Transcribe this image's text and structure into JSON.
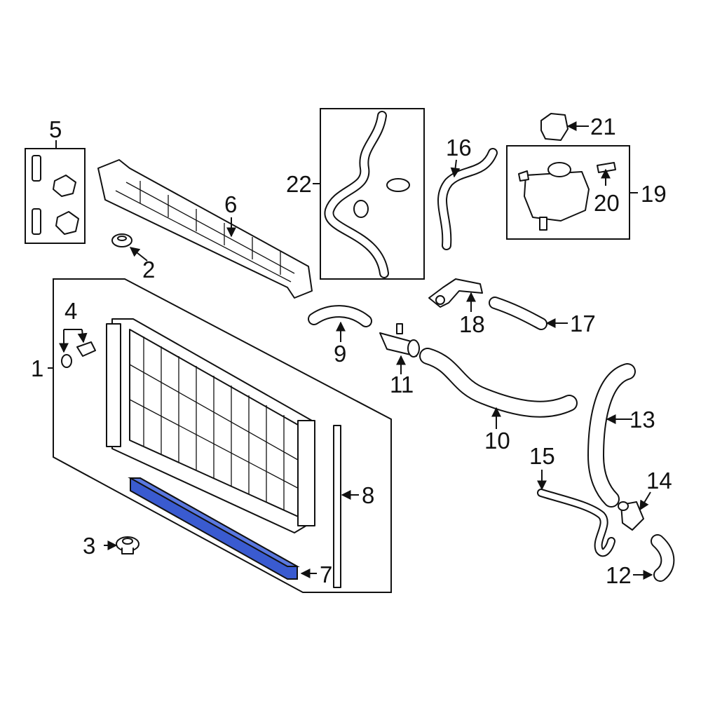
{
  "callouts": [
    {
      "id": "1",
      "label": "1"
    },
    {
      "id": "2",
      "label": "2"
    },
    {
      "id": "3",
      "label": "3"
    },
    {
      "id": "4",
      "label": "4"
    },
    {
      "id": "5",
      "label": "5"
    },
    {
      "id": "6",
      "label": "6"
    },
    {
      "id": "7",
      "label": "7"
    },
    {
      "id": "8",
      "label": "8"
    },
    {
      "id": "9",
      "label": "9"
    },
    {
      "id": "10",
      "label": "10"
    },
    {
      "id": "11",
      "label": "11"
    },
    {
      "id": "12",
      "label": "12"
    },
    {
      "id": "13",
      "label": "13"
    },
    {
      "id": "14",
      "label": "14"
    },
    {
      "id": "15",
      "label": "15"
    },
    {
      "id": "16",
      "label": "16"
    },
    {
      "id": "17",
      "label": "17"
    },
    {
      "id": "18",
      "label": "18"
    },
    {
      "id": "19",
      "label": "19"
    },
    {
      "id": "20",
      "label": "20"
    },
    {
      "id": "21",
      "label": "21"
    },
    {
      "id": "22",
      "label": "22"
    }
  ],
  "highlight_color": "#3a5bd0",
  "highlighted_part": "7"
}
